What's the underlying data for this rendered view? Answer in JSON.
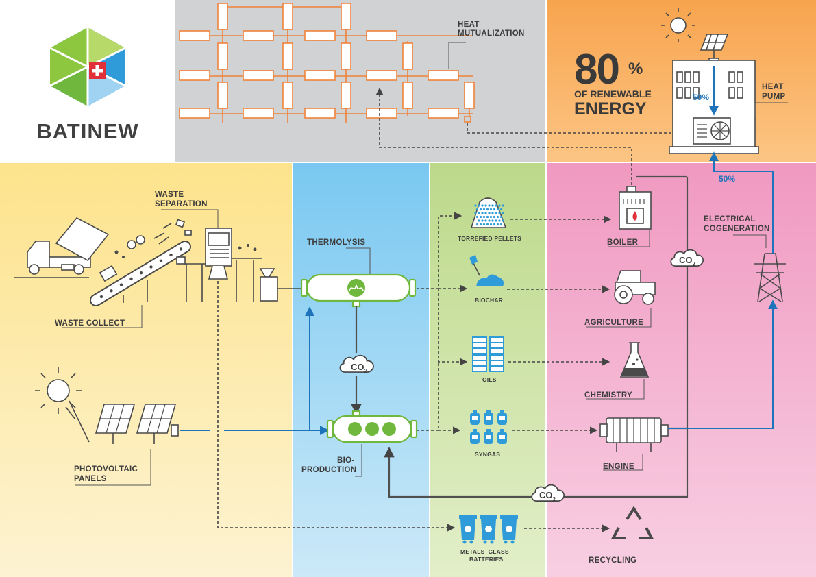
{
  "brand": {
    "name": "BATINEW",
    "colors": {
      "logo_green": "#8dc63f",
      "logo_blue": "#4fb3e6",
      "flag_red": "#e0303a"
    }
  },
  "headline": {
    "percent": "80",
    "percent_sign": "%",
    "line1": "OF RENEWABLE",
    "line2": "ENERGY"
  },
  "labels": {
    "heat_mutualization": [
      "HEAT",
      "MUTUALIZATION"
    ],
    "heat_pump": [
      "HEAT",
      "PUMP"
    ],
    "fifty_top": "50%",
    "fifty_right": "50%",
    "waste_separation": [
      "WASTE",
      "SEPARATION"
    ],
    "waste_collect": "WASTE COLLECT",
    "thermolysis": "THERMOLYSIS",
    "photovoltaic": [
      "PHOTOVOLTAIC",
      "PANELS"
    ],
    "bio_production": [
      "BIO-",
      "PRODUCTION"
    ],
    "torrefied_pellets": "TORREFIED PELLETS",
    "biochar": "BIOCHAR",
    "oils": "OILS",
    "syngas": "SYNGAS",
    "metals_glass": [
      "METALS–GLASS",
      "BATTERIES"
    ],
    "boiler": "BOILER",
    "agriculture": "AGRICULTURE",
    "chemistry": "CHEMISTRY",
    "engine": "ENGINE",
    "recycling": "RECYCLING",
    "cogeneration": [
      "ELECTRICAL",
      "COGENERATION"
    ],
    "co2": "CO",
    "co2_sub": "2"
  },
  "zones": {
    "gray": "#d1d2d4",
    "orange": "#f9a95a",
    "yellow": "#fde79a",
    "blue": "#8fd0f3",
    "green": "#c9e09c",
    "pink": "#f3a7c9"
  }
}
